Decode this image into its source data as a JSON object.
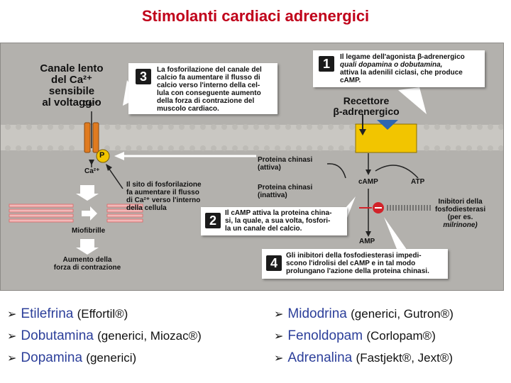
{
  "title": "Stimolanti cardiaci adrenergici",
  "diagram": {
    "channel_label": {
      "line1": "Canale lento",
      "line2": "del Ca²⁺ sensibile",
      "line3": "al voltaggio"
    },
    "ca_top": "Ca²⁺",
    "ca_bottom": "Ca²⁺",
    "phospho_symbol": "P",
    "receptor_label": {
      "line1": "Recettore",
      "line2": "β-adrenergico"
    },
    "pk_active": {
      "line1": "Proteina chinasi",
      "line2": "(attiva)"
    },
    "pk_inactive": {
      "line1": "Proteina chinasi",
      "line2": "(inattiva)"
    },
    "camp_top": "cAMP",
    "atp": "ATP",
    "amp": "AMP",
    "inhibitors_label": {
      "line1": "Inibitori della",
      "line2": "fosfodiesterasi",
      "line3": "(per es.",
      "line4": "milrinone)"
    },
    "site_label": {
      "line1": "Il sito di fosforilazione",
      "line2": "fa aumentare il flusso",
      "line3": "di Ca²⁺ verso l'interno",
      "line4": "della cellula"
    },
    "myofibrils": "Miofibrille",
    "contraction": {
      "line1": "Aumento della",
      "line2": "forza di contrazione"
    },
    "callouts": [
      {
        "num": "1",
        "lines": [
          "Il legame dell'agonista β-adrenergico",
          "quali dopamina o dobutamina,",
          "attiva la adenilil ciclasi, che produce",
          "cAMP."
        ]
      },
      {
        "num": "2",
        "lines": [
          "Il cAMP attiva la proteina china-",
          "si, la quale, a sua volta, fosfori-",
          "la un canale del calcio."
        ]
      },
      {
        "num": "3",
        "lines": [
          "La fosforilazione del canale del",
          "calcio fa aumentare il flusso di",
          "calcio verso l'interno della cel-",
          "lula con conseguente aumento",
          "della forza di contrazione del",
          "muscolo cardiaco."
        ]
      },
      {
        "num": "4",
        "lines": [
          "Gli inibitori della fosfodiesterasi impedi-",
          "scono l'idrolisi del cAMP e in tal modo",
          "prolungano l'azione della proteina chinasi."
        ]
      }
    ]
  },
  "drugs_left": [
    {
      "name": "Etilefrina",
      "brand": "(Effortil®)"
    },
    {
      "name": "Dobutamina",
      "brand": "(generici, Miozac®)"
    },
    {
      "name": "Dopamina",
      "brand": "(generici)"
    }
  ],
  "drugs_right": [
    {
      "name": "Midodrina",
      "brand": "(generici, Gutron®)"
    },
    {
      "name": "Fenoldopam",
      "brand": "(Corlopam®)"
    },
    {
      "name": "Adrenalina",
      "brand": "(Fastjekt®, Jext®)"
    }
  ],
  "colors": {
    "title": "#c0001a",
    "membrane": "#c9c7c2",
    "channel": "#e07b20",
    "receptor": "#f2c500",
    "drug_name": "#2c3f9a",
    "inhibitor": "#d2232a"
  }
}
